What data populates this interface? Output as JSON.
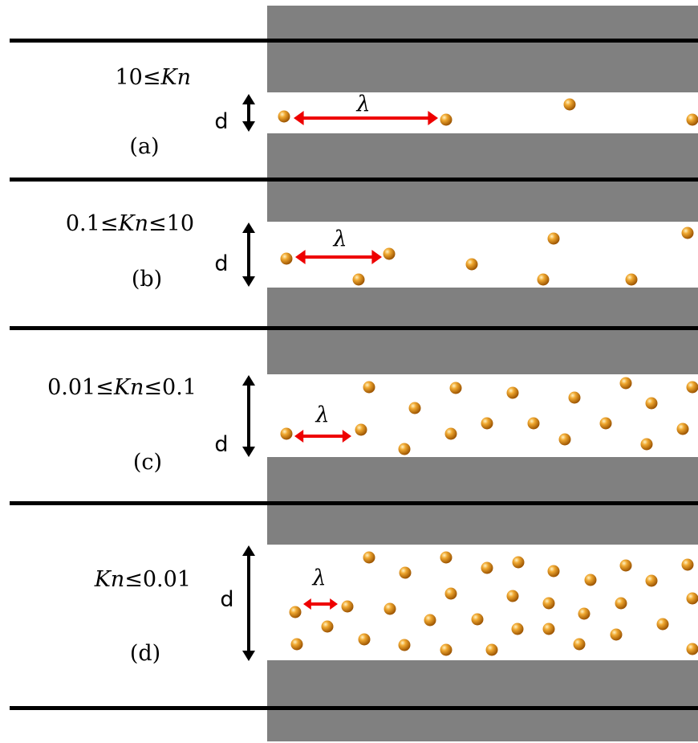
{
  "panels": [
    {
      "id": "a",
      "label": "(a)",
      "regime_parts": [
        {
          "text": "10",
          "italic": false
        },
        {
          "text": "≤",
          "italic": false
        },
        {
          "text": "Kn",
          "italic": true
        }
      ],
      "d_label": "d",
      "lambda_label": "λ"
    },
    {
      "id": "b",
      "label": "(b)",
      "regime_parts": [
        {
          "text": "0.1",
          "italic": false
        },
        {
          "text": "≤",
          "italic": false
        },
        {
          "text": "Kn",
          "italic": true
        },
        {
          "text": "≤",
          "italic": false
        },
        {
          "text": "10",
          "italic": false
        }
      ],
      "d_label": "d",
      "lambda_label": "λ"
    },
    {
      "id": "c",
      "label": "(c)",
      "regime_parts": [
        {
          "text": "0.01",
          "italic": false
        },
        {
          "text": "≤",
          "italic": false
        },
        {
          "text": "Kn",
          "italic": true
        },
        {
          "text": "≤",
          "italic": false
        },
        {
          "text": "0.1",
          "italic": false
        }
      ],
      "d_label": "d",
      "lambda_label": "λ"
    },
    {
      "id": "d",
      "label": "(d)",
      "regime_parts": [
        {
          "text": "Kn",
          "italic": true
        },
        {
          "text": "≤",
          "italic": false
        },
        {
          "text": "0.01",
          "italic": false
        }
      ],
      "d_label": "d",
      "lambda_label": "λ"
    }
  ],
  "colors": {
    "wall": "#808080",
    "divider": "#000000",
    "lambda_arrow": "#ee0000",
    "d_arrow": "#000000",
    "particle": "#d4800a"
  }
}
